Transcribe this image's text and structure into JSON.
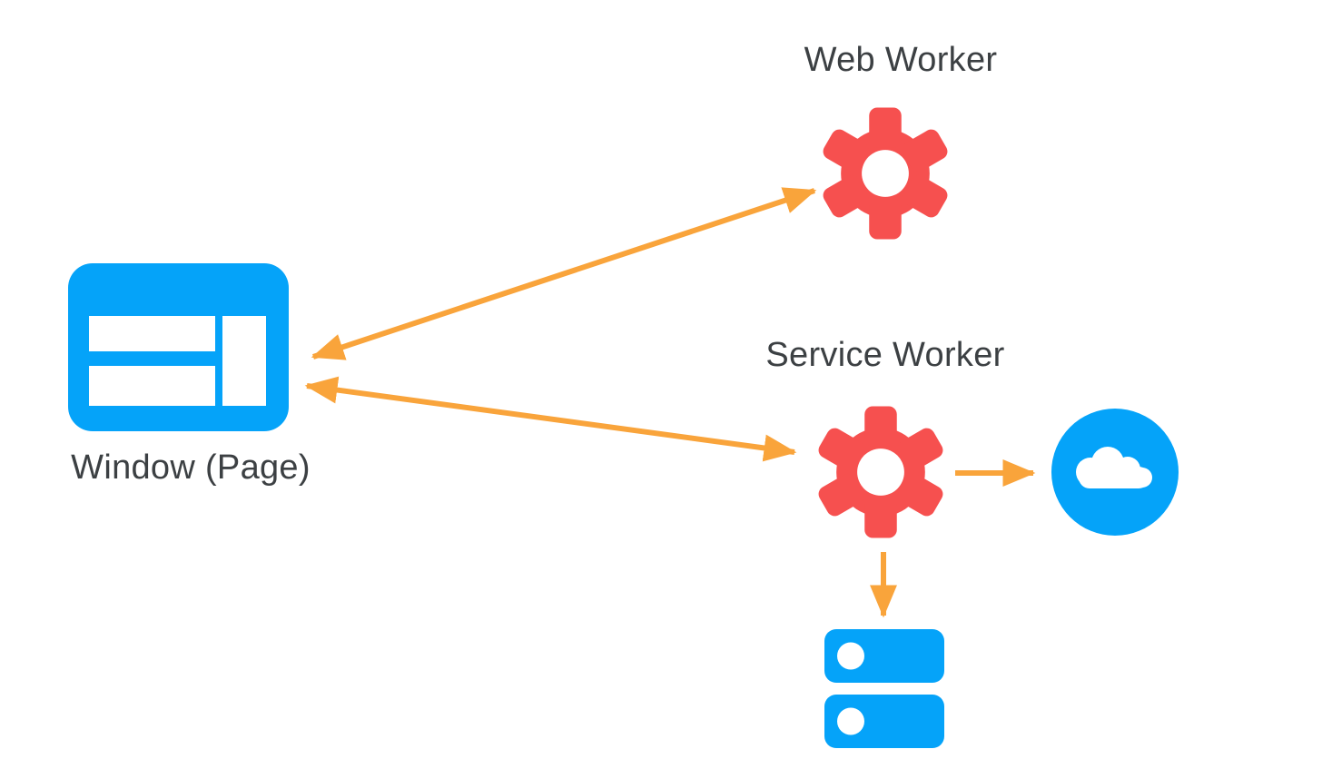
{
  "diagram": {
    "description": "Web Worker / Service Worker architecture diagram",
    "nodes": {
      "web_worker": {
        "label": "Web Worker",
        "icon": "gear"
      },
      "service_worker": {
        "label": "Service Worker",
        "icon": "gear"
      },
      "window_page": {
        "label": "Window (Page)",
        "icon": "browser-window"
      },
      "network_cloud": {
        "label": "",
        "icon": "cloud"
      },
      "storage": {
        "label": "",
        "icon": "storage-stack"
      }
    },
    "edges": [
      {
        "from": "window_page",
        "to": "web_worker",
        "bidirectional": true
      },
      {
        "from": "window_page",
        "to": "service_worker",
        "bidirectional": true
      },
      {
        "from": "service_worker",
        "to": "network_cloud",
        "bidirectional": false
      },
      {
        "from": "service_worker",
        "to": "storage",
        "bidirectional": false
      }
    ],
    "colors": {
      "red": "#F6504F",
      "blue": "#05A3F9",
      "arrow": "#F9A43B",
      "text": "#3C4043",
      "white": "#FFFFFF"
    }
  }
}
